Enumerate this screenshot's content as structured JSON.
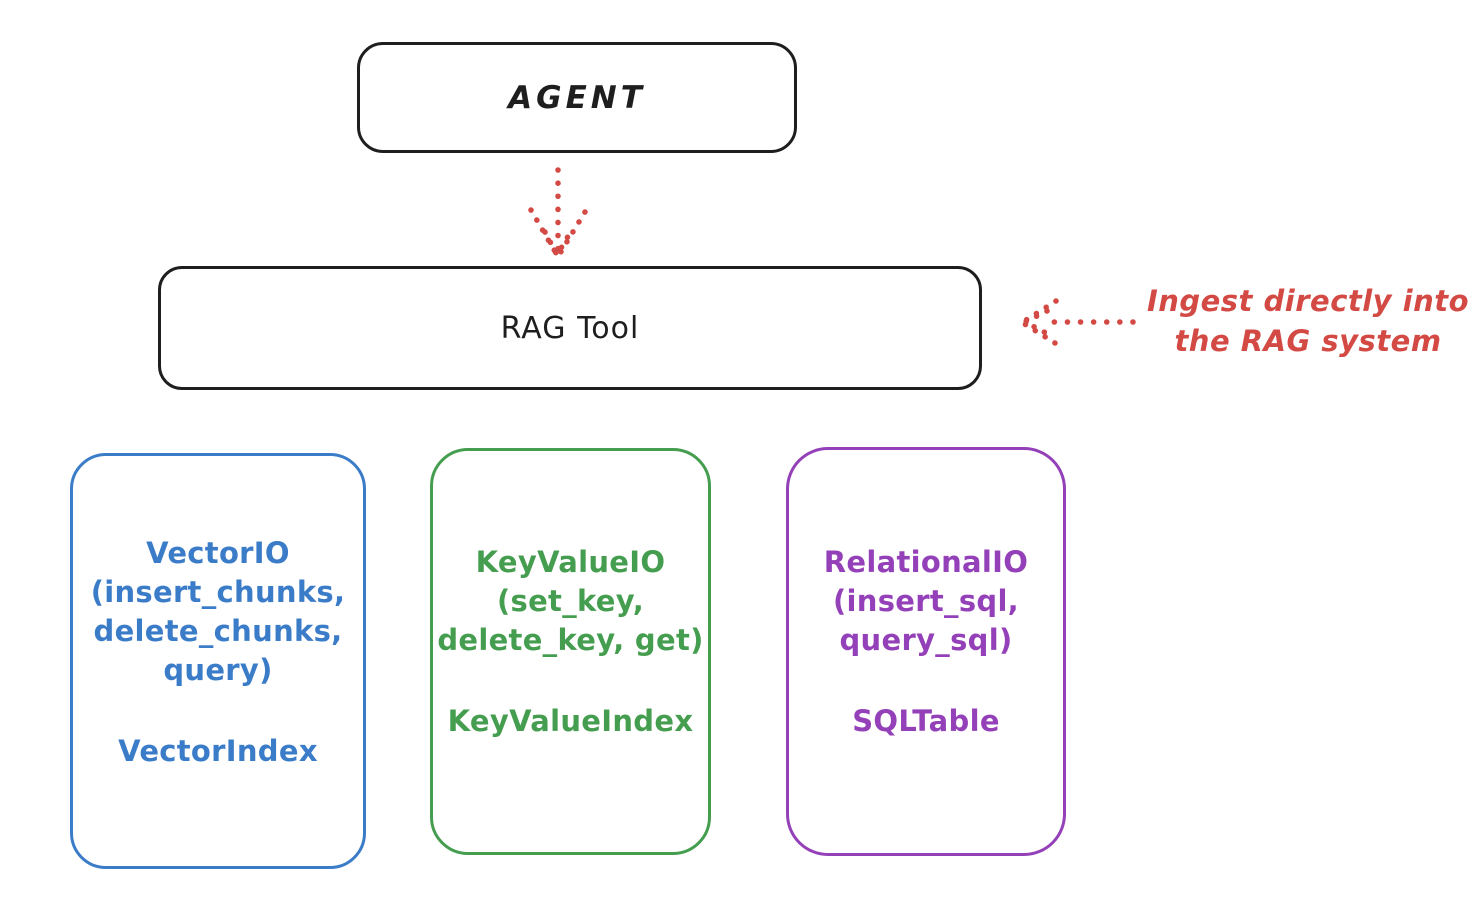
{
  "colors": {
    "stroke_black": "#1e1e1e",
    "red": "#d34a44",
    "blue": "#3b7cc9",
    "green": "#459e4f",
    "purple": "#9440b8",
    "background": "#ffffff"
  },
  "nodes": {
    "agent": {
      "label": "AGENT"
    },
    "rag_tool": {
      "label": "RAG Tool"
    }
  },
  "annotation": {
    "line1": "Ingest directly into",
    "line2": "the RAG system"
  },
  "stores": [
    {
      "name": "vector",
      "color": "#3b7cc9",
      "lines": [
        "VectorIO",
        "(insert_chunks,",
        "delete_chunks,",
        "query)"
      ],
      "index_label": "VectorIndex"
    },
    {
      "name": "keyvalue",
      "color": "#459e4f",
      "lines": [
        "KeyValueIO",
        "(set_key,",
        "delete_key, get)"
      ],
      "index_label": "KeyValueIndex"
    },
    {
      "name": "relational",
      "color": "#9440b8",
      "lines": [
        "RelationalIO",
        "(insert_sql,",
        "query_sql)"
      ],
      "index_label": "SQLTable"
    }
  ]
}
